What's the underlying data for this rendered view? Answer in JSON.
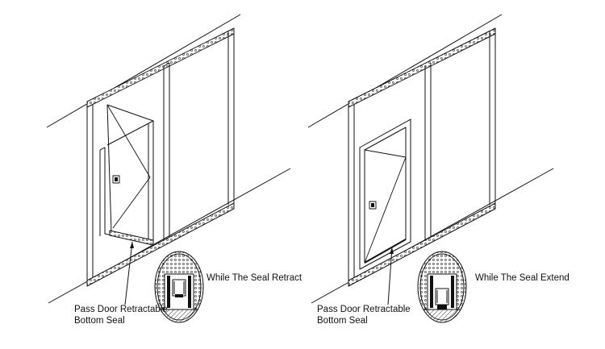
{
  "panels": [
    {
      "id": "left",
      "state_caption": "While The Seal Retract",
      "seal_label_line1": "Pass Door Retractable",
      "seal_label_line2": "Bottom Seal",
      "door_state": "open",
      "seal_state": "retracted"
    },
    {
      "id": "right",
      "state_caption": "While The Seal Extend",
      "seal_label_line1": "Pass Door Retractable",
      "seal_label_line2": "Bottom Seal",
      "door_state": "closed",
      "seal_state": "extended"
    }
  ],
  "colors": {
    "line": "#111111",
    "background": "#ffffff"
  }
}
